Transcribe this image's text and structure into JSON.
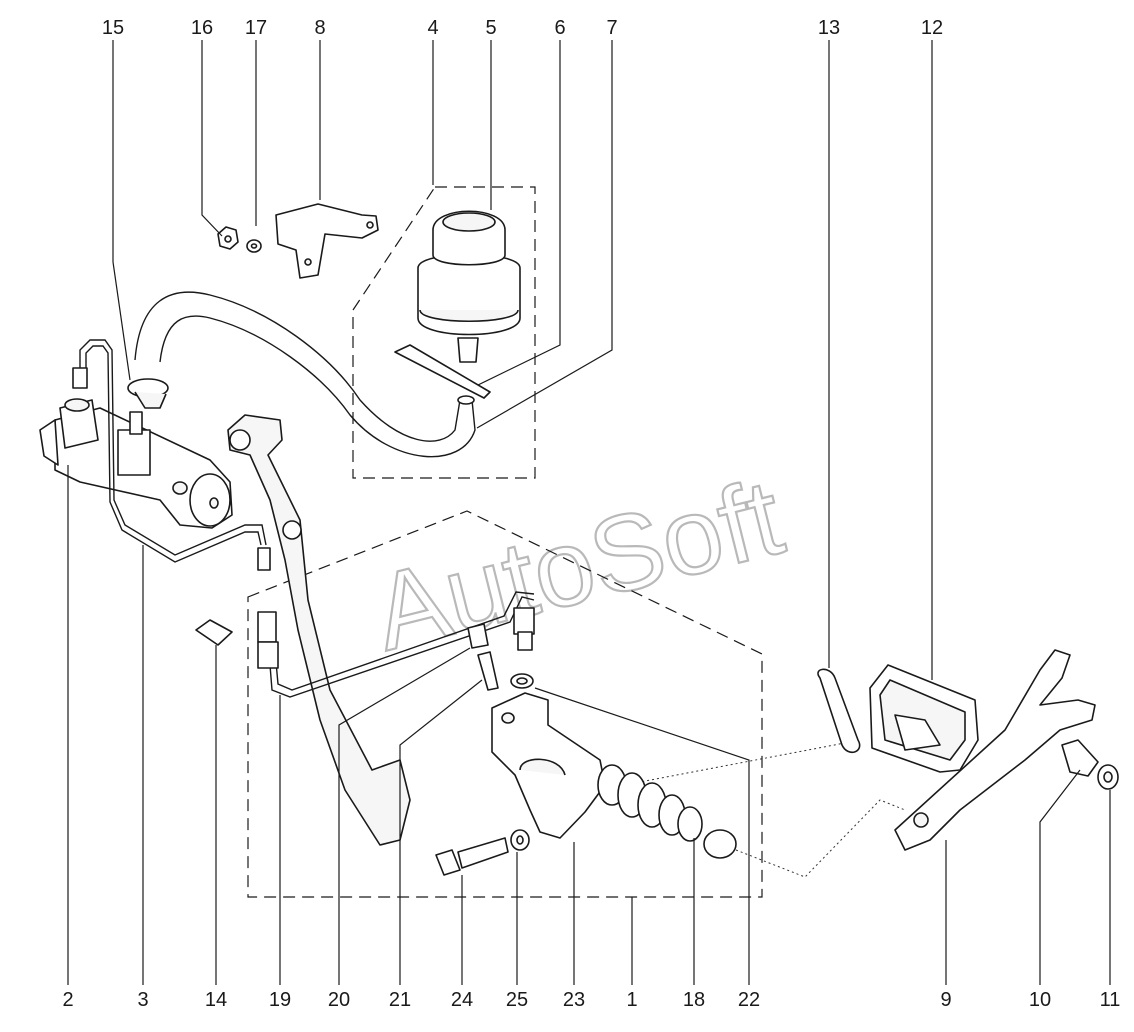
{
  "watermark": "AutoSoft",
  "callouts": [
    {
      "id": "c15",
      "label": "15"
    },
    {
      "id": "c16",
      "label": "16"
    },
    {
      "id": "c17",
      "label": "17"
    },
    {
      "id": "c8",
      "label": "8"
    },
    {
      "id": "c4",
      "label": "4"
    },
    {
      "id": "c5",
      "label": "5"
    },
    {
      "id": "c6",
      "label": "6"
    },
    {
      "id": "c7",
      "label": "7"
    },
    {
      "id": "c13",
      "label": "13"
    },
    {
      "id": "c12",
      "label": "12"
    },
    {
      "id": "c2",
      "label": "2"
    },
    {
      "id": "c3",
      "label": "3"
    },
    {
      "id": "c14",
      "label": "14"
    },
    {
      "id": "c19",
      "label": "19"
    },
    {
      "id": "c20",
      "label": "20"
    },
    {
      "id": "c21",
      "label": "21"
    },
    {
      "id": "c24",
      "label": "24"
    },
    {
      "id": "c25",
      "label": "25"
    },
    {
      "id": "c23",
      "label": "23"
    },
    {
      "id": "c1",
      "label": "1"
    },
    {
      "id": "c18",
      "label": "18"
    },
    {
      "id": "c22",
      "label": "22"
    },
    {
      "id": "c9",
      "label": "9"
    },
    {
      "id": "c10",
      "label": "10"
    },
    {
      "id": "c11",
      "label": "11"
    }
  ]
}
